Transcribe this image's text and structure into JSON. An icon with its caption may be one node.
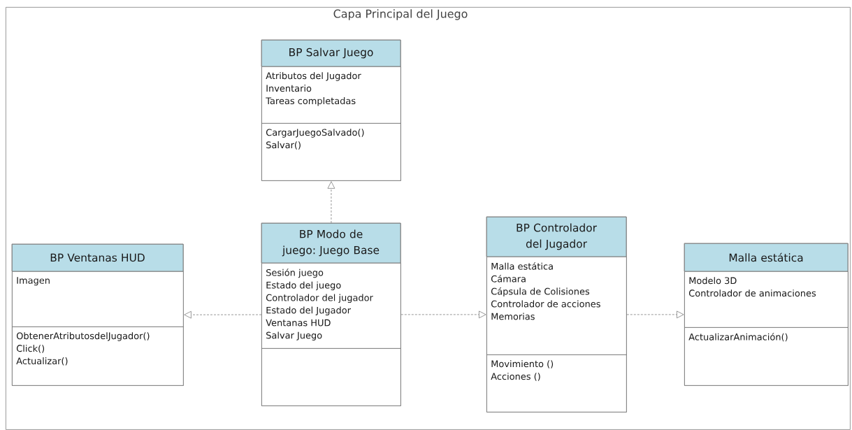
{
  "diagram": {
    "nodes": [
      {
        "text": [
          "Capa Principal del Juego"
        ]
      },
      {
        "text": [
          "BP Salvar Juego"
        ],
        "in": 0
      },
      {
        "text": [
          "Atributos del Jugador",
          "Inventario",
          "Tareas completadas"
        ],
        "in": 1
      },
      {
        "text": [
          "CargarJuegoSalvado()",
          "Salvar()"
        ],
        "in": 1
      },
      {
        "text": [
          "BP Ventanas HUD"
        ],
        "in": 0
      },
      {
        "text": [
          "Imagen"
        ],
        "in": 4
      },
      {
        "text": [
          "ObtenerAtributosdelJugador()",
          "Click()",
          "Actualizar()"
        ],
        "in": 4
      },
      {
        "text": [
          "BP Modo de juego: Juego Base"
        ],
        "in": 0
      },
      {
        "text": [
          "Sesión juego",
          "Estado del juego",
          "Controlador del jugador",
          "Estado del Jugador",
          "Ventanas HUD",
          "Salvar Juego"
        ],
        "in": 7
      },
      {
        "text": [],
        "shape": "box",
        "in": 7
      },
      {
        "text": [
          "BP Controlador del Jugador"
        ],
        "in": 0
      },
      {
        "text": [
          "Malla estática",
          "Cámara",
          "Cápsula de Colisiones",
          "Controlador de acciones",
          "Memorias"
        ],
        "in": 10
      },
      {
        "text": [
          "Movimiento ()",
          "Acciones ()"
        ],
        "in": 10
      },
      {
        "text": [
          "Malla estática"
        ],
        "in": 0
      },
      {
        "text": [
          "Modelo 3D",
          "Controlador de animaciones"
        ],
        "in": 13
      },
      {
        "text": [
          "ActualizarAnimación()"
        ],
        "in": 13
      }
    ],
    "edges": [
      {
        "from": 7,
        "to": 1,
        "arrow": "to",
        "style": "dashed"
      },
      {
        "from": 7,
        "to": 4,
        "arrow": "to",
        "style": "dashed"
      },
      {
        "from": 7,
        "to": 10,
        "arrow": "to",
        "style": "dashed"
      },
      {
        "from": 10,
        "to": 13,
        "arrow": "to",
        "style": "dashed"
      }
    ]
  }
}
